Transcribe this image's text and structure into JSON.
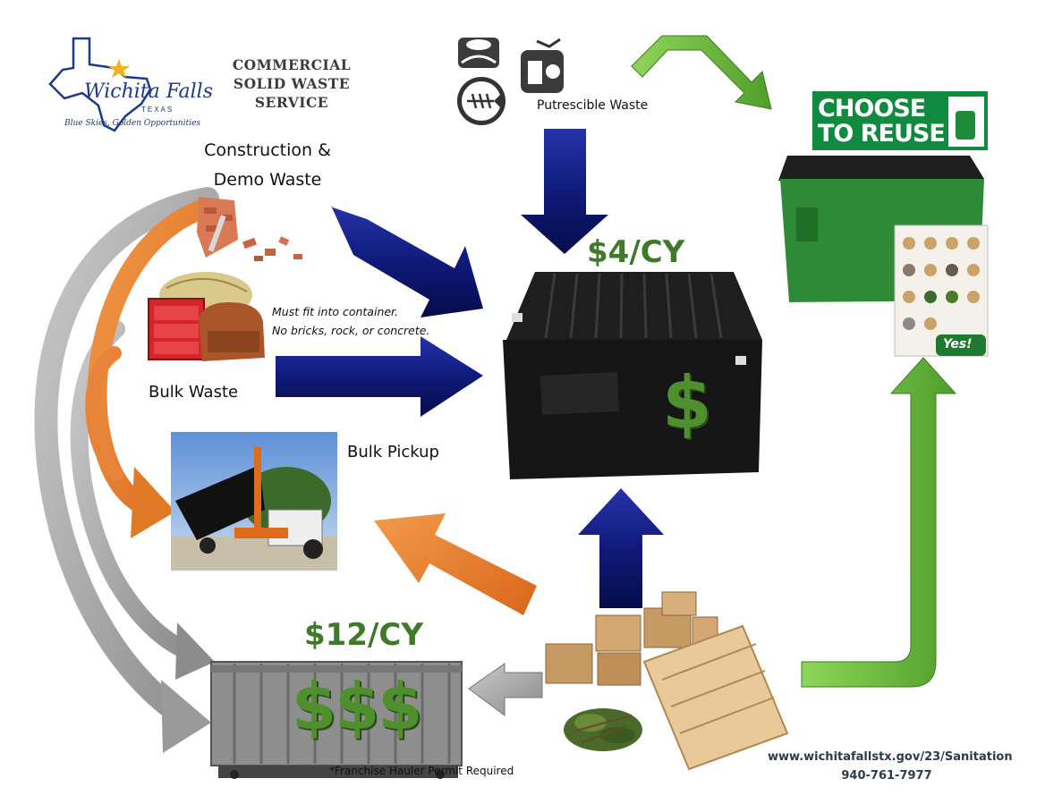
{
  "logo": {
    "name": "Wichita Falls",
    "state": "TEXAS",
    "tagline": "Blue Skies, Golden Opportunities"
  },
  "title": {
    "line1": "COMMERCIAL",
    "line2": "SOLID WASTE",
    "line3": "SERVICE"
  },
  "labels": {
    "construction_line1": "Construction &",
    "construction_line2": "Demo Waste",
    "putrescible": "Putrescible Waste",
    "must_fit_line1": "Must fit into container.",
    "must_fit_line2": "No bricks, rock, or concrete.",
    "bulk_waste": "Bulk Waste",
    "bulk_pickup": "Bulk Pickup",
    "franchise": "*Franchise Hauler Permit Required"
  },
  "prices": {
    "front_load": "$4/CY",
    "roll_off": "$12/CY",
    "front_load_symbol": "$",
    "roll_off_symbols": "$$$"
  },
  "reuse": {
    "line1": "CHOOSE",
    "line2": "TO REUSE",
    "yes": "Yes!"
  },
  "contact": {
    "url": "www.wichitafallstx.gov/23/Sanitation",
    "phone": "940-761-7977"
  },
  "colors": {
    "navy_arrow": "#0f1a7a",
    "orange_arrow": "#e07a26",
    "gray_arrow": "#9a9a9a",
    "green_arrow": "#69b93a",
    "price_green": "#3f7a2a",
    "reuse_green": "#108a3e"
  }
}
